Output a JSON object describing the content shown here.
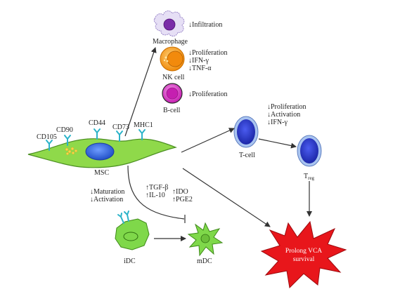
{
  "colors": {
    "msc_fill": "#8fd94a",
    "msc_nucleus": "#3a6fe0",
    "receptor": "#2bb3c9",
    "macrophage_fill": "#e6dff5",
    "macrophage_nucleus": "#7a2ca8",
    "nk_fill": "#f5a623",
    "nk_nucleus": "#f28a0c",
    "bcell_fill": "#e84fd6",
    "bcell_nucleus": "#c51fb0",
    "tcell_fill": "#2f3fd0",
    "tcell_ring": "#a9c4f0",
    "dc_fill": "#7fd84a",
    "outcome_fill": "#e8161b"
  },
  "msc": {
    "label": "MSC",
    "markers": [
      "CD105",
      "CD90",
      "CD44",
      "CD73",
      "MHC1"
    ]
  },
  "innate_cells": {
    "macrophage": {
      "label": "Macrophage",
      "effect": "↓Infiltration"
    },
    "nk_cell": {
      "label": "NK cell",
      "effects": [
        "↓Proliferation",
        "↓IFN-γ",
        "↓TNF-α"
      ]
    },
    "b_cell": {
      "label": "B-cell",
      "effect": "↓Proliferation"
    }
  },
  "t_cells": {
    "t_cell": {
      "label": "T-cell",
      "effects": [
        "↓Proliferation",
        "↓Activation",
        "↓IFN-γ"
      ]
    },
    "treg": {
      "label": "T",
      "subscript": "reg"
    }
  },
  "dendritic": {
    "idc_label": "iDC",
    "mdc_label": "mDC",
    "effects": [
      "↓Maturation",
      "↓Activation"
    ],
    "factors_col1": [
      "↑TGF-β",
      "↑IL-10"
    ],
    "factors_col2": [
      "↑IDO",
      "↑PGE2"
    ]
  },
  "outcome": {
    "line1": "Prolong VCA",
    "line2": "survival"
  }
}
